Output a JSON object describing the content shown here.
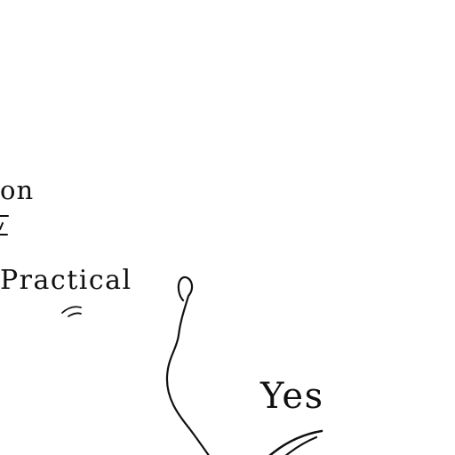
{
  "diagram": {
    "labels": {
      "on_fragment": "on",
      "practical": "Practical",
      "yes": "Yes"
    },
    "colors": {
      "ink": "#111111",
      "background": "#ffffff"
    }
  }
}
